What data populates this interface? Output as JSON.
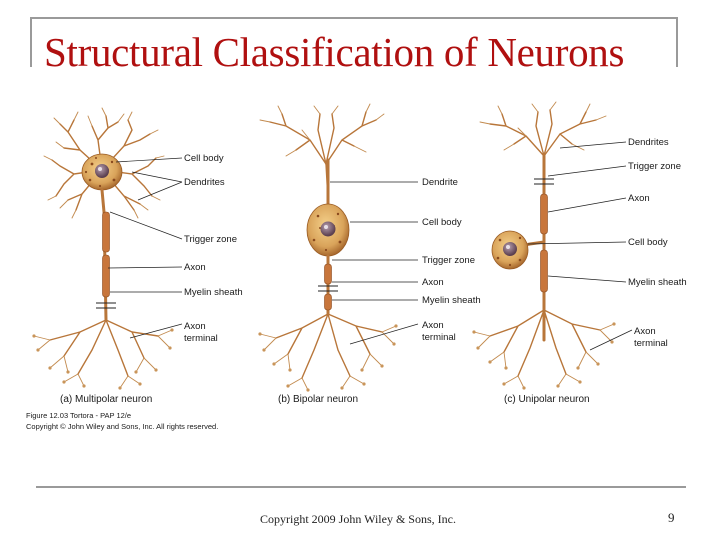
{
  "slide": {
    "title": "Structural Classification of Neurons",
    "footer": "Copyright 2009 John Wiley & Sons, Inc.",
    "page_number": "9"
  },
  "figure": {
    "panels": [
      {
        "caption": "(a) Multipolar neuron",
        "labels": [
          "Cell body",
          "Dendrites",
          "Trigger zone",
          "Axon",
          "Myelin sheath",
          "Axon",
          "terminal"
        ]
      },
      {
        "caption": "(b) Bipolar neuron",
        "labels": [
          "Dendrite",
          "Cell body",
          "Trigger zone",
          "Axon",
          "Myelin sheath",
          "Axon",
          "terminal"
        ]
      },
      {
        "caption": "(c) Unipolar neuron",
        "labels": [
          "Dendrites",
          "Trigger zone",
          "Axon",
          "Cell body",
          "Myelin sheath",
          "Axon",
          "terminal"
        ]
      }
    ],
    "credit_line_1": "Figure 12.03  Tortora - PAP 12/e",
    "credit_line_2": "Copyright © John Wiley and Sons, Inc. All rights reserved."
  },
  "colors": {
    "title": "#b01010",
    "neuron": "#b8763a",
    "myelin": "#c8763c",
    "cell_body": "#d9a35a",
    "nucleus": "#7a5a6a"
  }
}
